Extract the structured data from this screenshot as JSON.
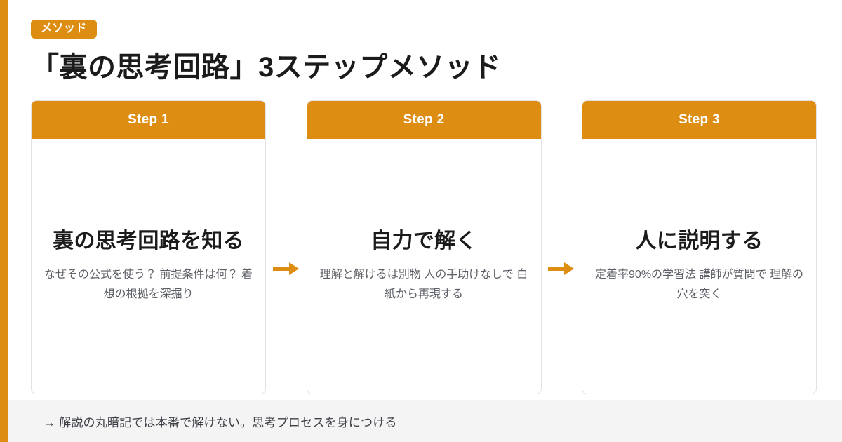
{
  "accent_color": "#dd8d11",
  "header": {
    "badge_label": "メソッド",
    "title": "「裏の思考回路」3ステップメソッド"
  },
  "steps": [
    {
      "step_label": "Step 1",
      "heading": "裏の思考回路を知る",
      "description": "なぜその公式を使う？ 前提条件は何？ 着想の根拠を深掘り"
    },
    {
      "step_label": "Step 2",
      "heading": "自力で解く",
      "description": "理解と解けるは別物 人の手助けなしで 白紙から再現する"
    },
    {
      "step_label": "Step 3",
      "heading": "人に説明する",
      "description": "定着率90%の学習法 講師が質問で 理解の穴を突く"
    }
  ],
  "connectors": [
    {
      "icon": "arrow-right-icon"
    },
    {
      "icon": "arrow-right-icon"
    }
  ],
  "footer": {
    "note": "→ 解説の丸暗記では本番で解けない。思考プロセスを身につける"
  }
}
